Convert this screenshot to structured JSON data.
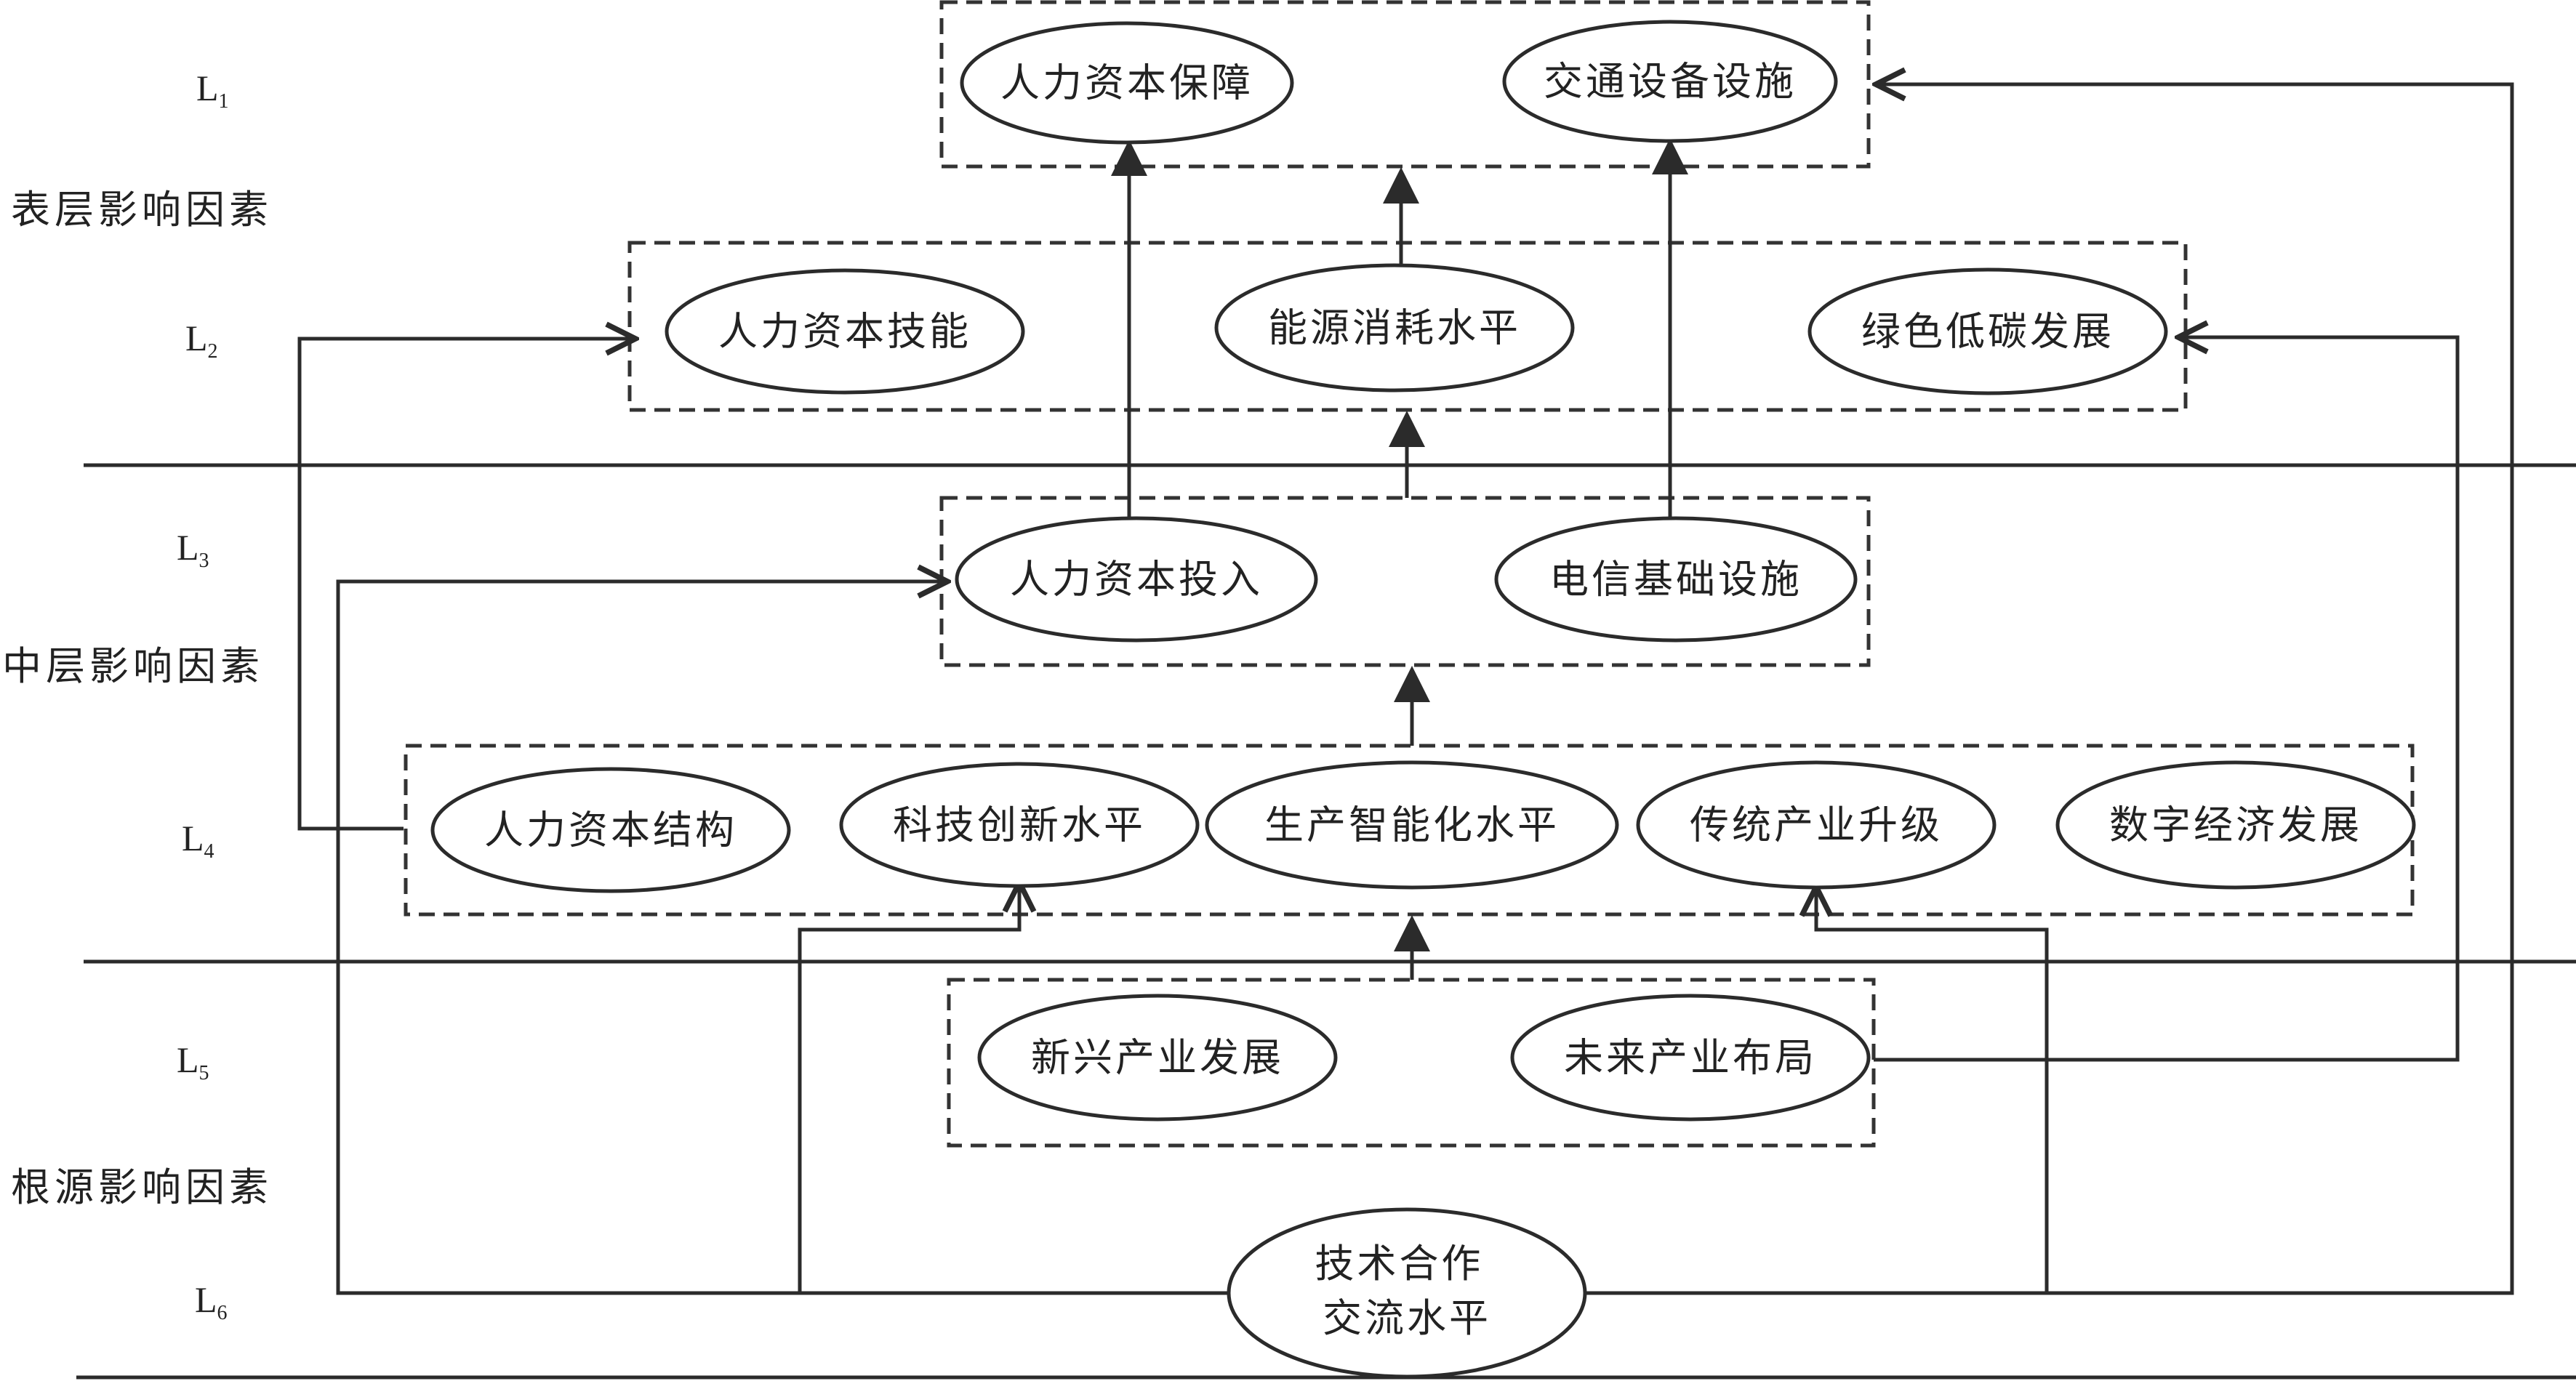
{
  "levels": {
    "l1": {
      "main": "L",
      "sub": "1"
    },
    "l2": {
      "main": "L",
      "sub": "2"
    },
    "l3": {
      "main": "L",
      "sub": "3"
    },
    "l4": {
      "main": "L",
      "sub": "4"
    },
    "l5": {
      "main": "L",
      "sub": "5"
    },
    "l6": {
      "main": "L",
      "sub": "6"
    }
  },
  "zones": {
    "surface": "表层影响因素",
    "middle": "中层影响因素",
    "root": "根源影响因素"
  },
  "nodes": {
    "human_capital_guarantee": "人力资本保障",
    "transport_facilities": "交通设备设施",
    "human_capital_skills": "人力资本技能",
    "energy_consumption": "能源消耗水平",
    "green_low_carbon": "绿色低碳发展",
    "human_capital_input": "人力资本投入",
    "telecom_infrastructure": "电信基础设施",
    "human_capital_structure": "人力资本结构",
    "tech_innovation": "科技创新水平",
    "production_intelligence": "生产智能化水平",
    "traditional_industry_upgrade": "传统产业升级",
    "digital_economy": "数字经济发展",
    "emerging_industry": "新兴产业发展",
    "future_industry": "未来产业布局",
    "tech_cooperation_line1": "技术合作",
    "tech_cooperation_line2": "交流水平"
  }
}
